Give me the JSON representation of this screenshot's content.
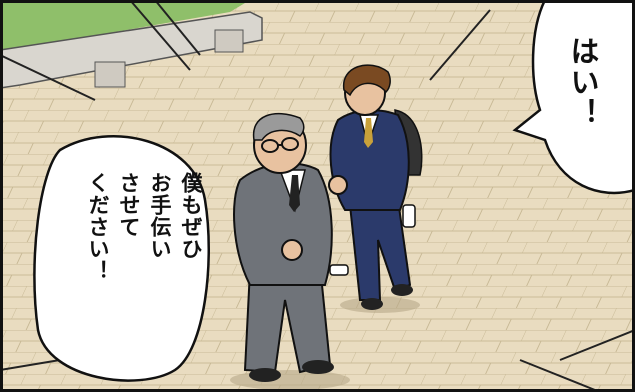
{
  "panel": {
    "speech_left": {
      "lines": [
        "僕もぜひ",
        "お手伝い",
        "させて",
        "ください！"
      ]
    },
    "speech_right": {
      "text": "はい！"
    },
    "characters": [
      {
        "role": "older-businessman",
        "description_visible": "gray suit, glasses, gray hair"
      },
      {
        "role": "young-businessman",
        "description_visible": "navy suit, brown hair, backpack"
      }
    ],
    "colors": {
      "pavement": "#e9dcc0",
      "pavement_line": "#b8a988",
      "grass": "#8fbf6a",
      "gray_suit": "#6f7379",
      "navy_suit": "#2b3a6b",
      "speech_fill": "#ffffff",
      "outline": "#111111"
    }
  }
}
